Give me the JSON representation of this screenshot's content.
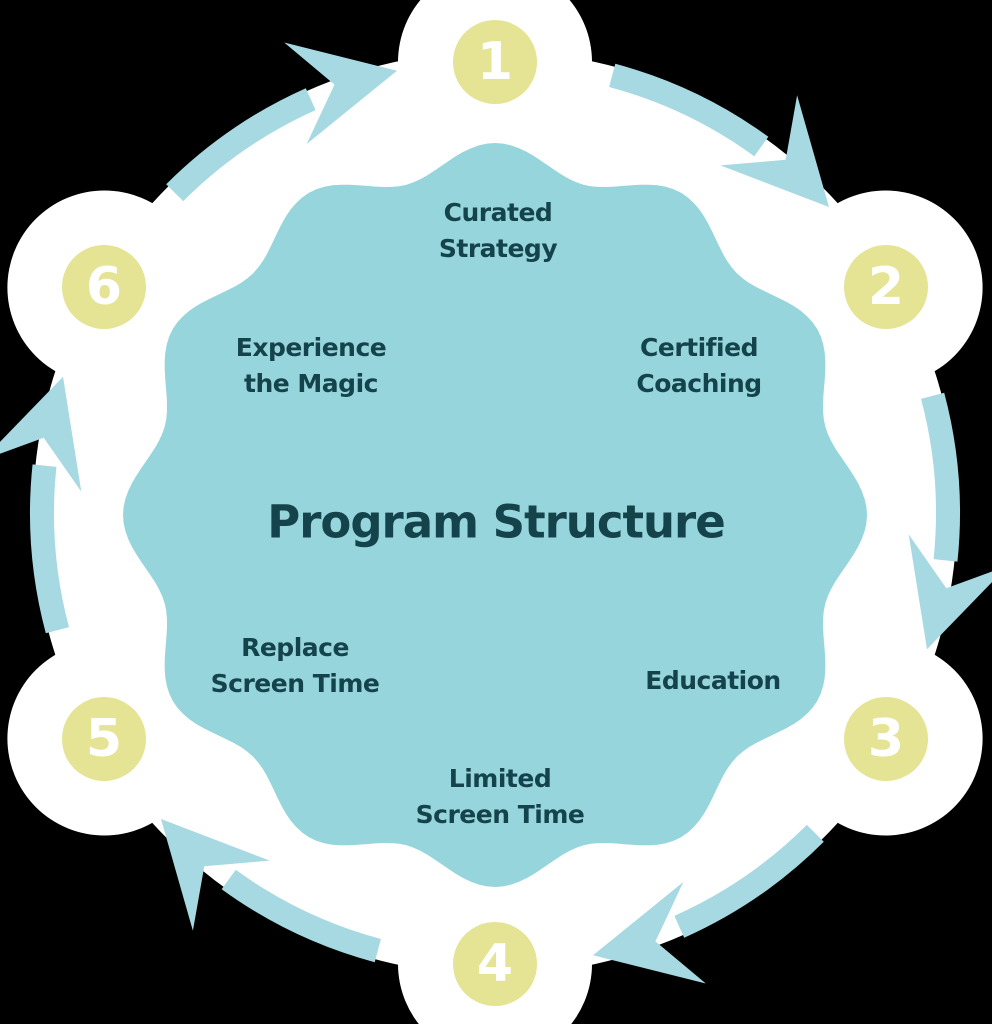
{
  "diagram": {
    "title": "Program Structure",
    "steps": [
      {
        "number": "1",
        "label": "Curated\nStrategy"
      },
      {
        "number": "2",
        "label": "Certified\nCoaching"
      },
      {
        "number": "3",
        "label": "Education"
      },
      {
        "number": "4",
        "label": "Limited\nScreen Time"
      },
      {
        "number": "5",
        "label": "Replace\nScreen Time"
      },
      {
        "number": "6",
        "label": "Experience\nthe Magic"
      }
    ]
  },
  "colors": {
    "background": "#000000",
    "ring_white": "#ffffff",
    "scallop_teal": "#96d5dc",
    "arrow_teal": "#a6d9e2",
    "badge_yellow": "#e4e494",
    "badge_number": "#ffffff",
    "label_dark_teal": "#15434b"
  }
}
